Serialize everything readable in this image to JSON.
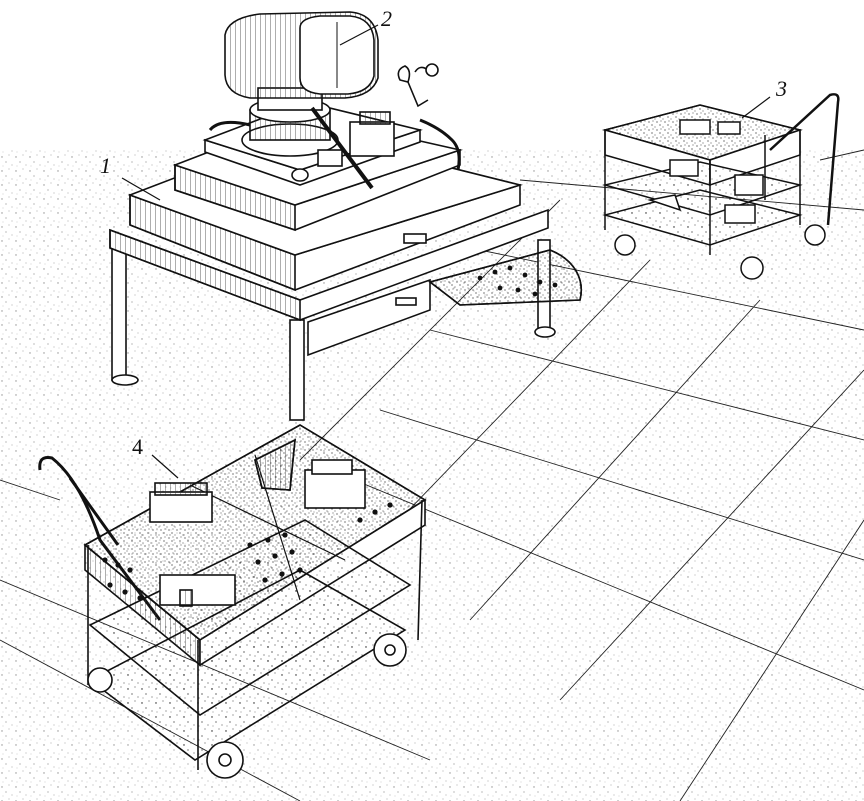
{
  "figure": {
    "callouts": [
      {
        "id": "1",
        "label": "1"
      },
      {
        "id": "2",
        "label": "2"
      },
      {
        "id": "3",
        "label": "3"
      },
      {
        "id": "4",
        "label": "4"
      }
    ],
    "colors": {
      "ink": "#111111",
      "paper": "#ffffff",
      "stipple": "#444444"
    }
  }
}
